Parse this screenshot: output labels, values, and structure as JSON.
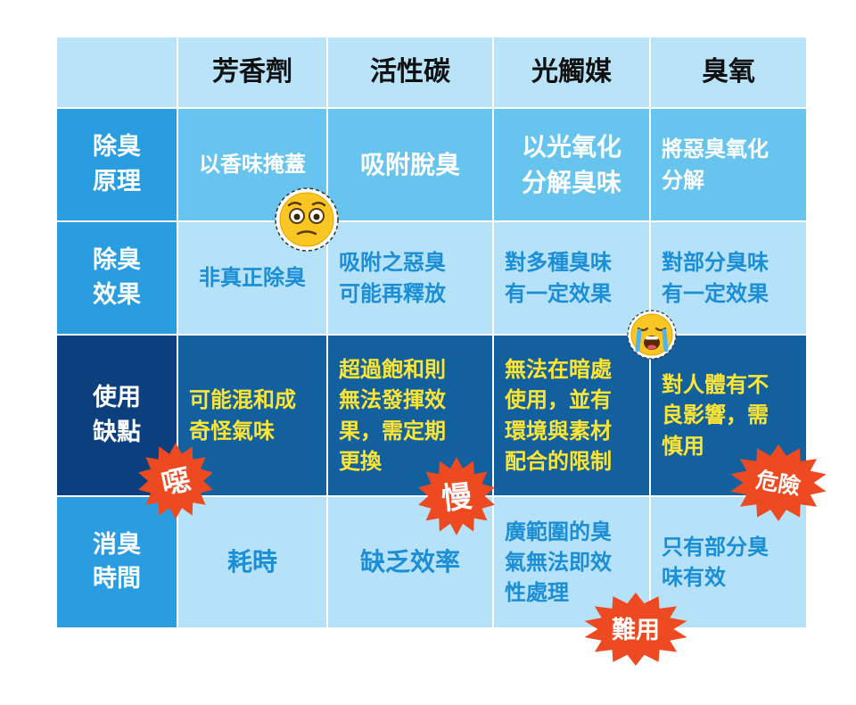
{
  "headers": [
    "",
    "芳香劑",
    "活性碳",
    "光觸媒",
    "臭氧"
  ],
  "rows": [
    {
      "label": [
        "除臭",
        "原理"
      ],
      "cells": [
        "以香味掩蓋",
        "吸附脫臭",
        [
          "以光氧化",
          "分解臭味"
        ],
        [
          "將惡臭氧化",
          "分解"
        ]
      ]
    },
    {
      "label": [
        "除臭",
        "效果"
      ],
      "cells": [
        "非真正除臭",
        [
          "吸附之惡臭",
          "可能再釋放"
        ],
        [
          "對多種臭味",
          "有一定效果"
        ],
        [
          "對部分臭味",
          "有一定效果"
        ]
      ]
    },
    {
      "label": [
        "使用",
        "缺點"
      ],
      "cells": [
        [
          "可能混和成",
          "奇怪氣味"
        ],
        [
          "超過飽和則",
          "無法發揮效",
          "果，需定期",
          "更換"
        ],
        [
          "無法在暗處",
          "使用，並有",
          "環境與素材",
          "配合的限制"
        ],
        [
          "對人體有不",
          "良影響，需",
          "慎用"
        ]
      ]
    },
    {
      "label": [
        "消臭",
        "時間"
      ],
      "cells": [
        "耗時",
        "缺乏效率",
        [
          "廣範圍的臭",
          "氣無法即效",
          "性處理"
        ],
        [
          "只有部分臭",
          "味有效"
        ]
      ]
    }
  ],
  "bursts": {
    "disgust": "噁",
    "slow": "慢",
    "hard": "難用",
    "danger": "危險"
  },
  "emoji": {
    "worried": "worried-face-icon",
    "crying": "crying-face-icon"
  },
  "colors": {
    "header_bg": "#b8e3f9",
    "rowhead_mid": "#2a9de0",
    "rowhead_dark": "#0b3f7d",
    "cell_light": "#b6e2f9",
    "cell_mid": "#66c4ee",
    "cell_dark": "#13609e",
    "text_blue": "#1b8ed6",
    "text_yellow": "#ffe534",
    "burst_red": "#ee4a22"
  }
}
